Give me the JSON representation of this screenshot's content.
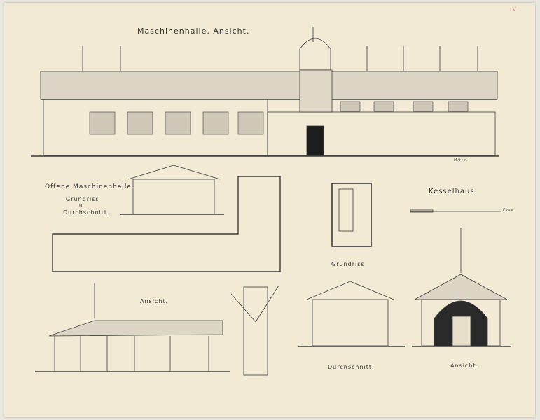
{
  "sheet_mark": "IV",
  "titles": {
    "main_elevation": "Maschinenhalle.  Ansicht.",
    "center_note": "Mitte.",
    "open_hall": "Offene Maschinenhalle",
    "open_hall_sub1": "Grundriss",
    "open_hall_sub2": "u.",
    "open_hall_sub3": "Durchschnitt.",
    "open_hall_elevation": "Ansicht.",
    "boiler_house": "Kesselhaus.",
    "boiler_plan": "Grundriss",
    "boiler_section": "Durchschnitt.",
    "boiler_elevation": "Ansicht.",
    "scale_unit": "Fuss"
  },
  "colors": {
    "paper": "#f3ead6",
    "ink": "#3a3a3a",
    "stamp": "#d88080"
  }
}
